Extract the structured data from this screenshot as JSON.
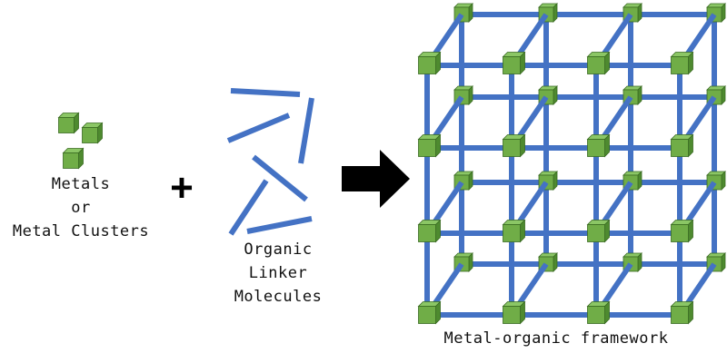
{
  "labels": {
    "metals": [
      "Metals",
      "or",
      "Metal Clusters"
    ],
    "linkers": [
      "Organic",
      "Linker",
      "Molecules"
    ],
    "framework": "Metal-organic framework"
  },
  "symbols": {
    "plus": "plus-sign",
    "arrow": "right-arrow"
  },
  "colors": {
    "node_front": "#70AD47",
    "node_top": "#8BC665",
    "node_side": "#4E8A2F",
    "node_edge": "#3A6B22",
    "linker": "#4472C4",
    "arrow": "#000000",
    "text": "#111111"
  }
}
